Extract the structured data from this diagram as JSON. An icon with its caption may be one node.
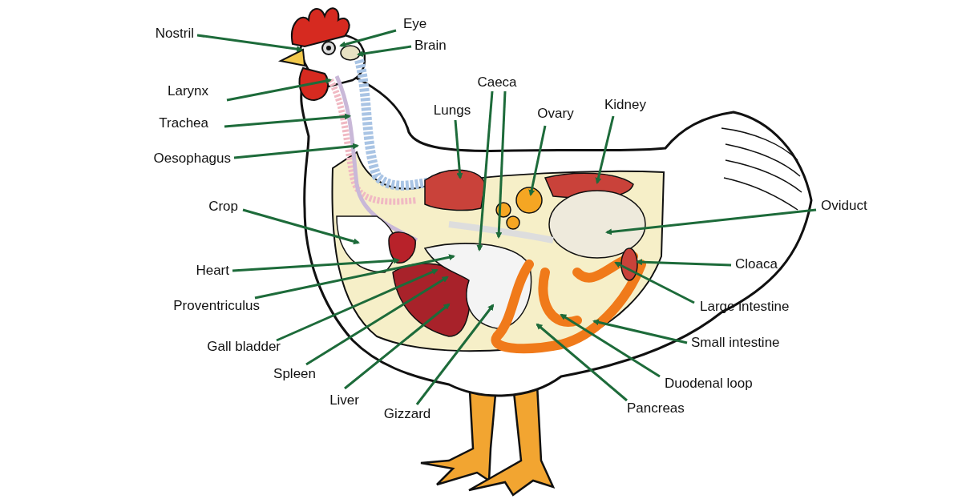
{
  "diagram": {
    "nodes": [
      {
        "text": [
          "Nostril"
        ]
      },
      {
        "text": [
          "Eye"
        ]
      },
      {
        "text": [
          "Brain"
        ]
      },
      {
        "text": [
          "Larynx"
        ]
      },
      {
        "text": [
          "Trachea"
        ]
      },
      {
        "text": [
          "Oesophagus"
        ]
      },
      {
        "text": [
          "Caeca"
        ]
      },
      {
        "text": [
          "Lungs"
        ]
      },
      {
        "text": [
          "Ovary"
        ]
      },
      {
        "text": [
          "Kidney"
        ]
      },
      {
        "text": [
          "Oviduct"
        ]
      },
      {
        "text": [
          "Crop"
        ]
      },
      {
        "text": [
          "Heart"
        ]
      },
      {
        "text": [
          "Proventriculus"
        ]
      },
      {
        "text": [
          "Cloaca"
        ]
      },
      {
        "text": [
          "Large intestine"
        ]
      },
      {
        "text": [
          "Gall bladder"
        ]
      },
      {
        "text": [
          "Small intestine"
        ]
      },
      {
        "text": [
          "Spleen"
        ]
      },
      {
        "text": [
          "Liver"
        ]
      },
      {
        "text": [
          "Gizzard"
        ]
      },
      {
        "text": [
          "Duodenal loop"
        ]
      },
      {
        "text": [
          "Pancreas"
        ]
      }
    ],
    "edges": [
      {
        "from": 0,
        "to": null,
        "arrow": "to"
      },
      {
        "from": 1,
        "to": null,
        "arrow": "to"
      },
      {
        "from": 2,
        "to": null,
        "arrow": "to"
      },
      {
        "from": 3,
        "to": null,
        "arrow": "to"
      },
      {
        "from": 4,
        "to": null,
        "arrow": "to"
      },
      {
        "from": 5,
        "to": null,
        "arrow": "to"
      },
      {
        "from": 6,
        "to": null,
        "arrow": "to"
      },
      {
        "from": 6,
        "to": null,
        "arrow": "to"
      },
      {
        "from": 7,
        "to": null,
        "arrow": "to"
      },
      {
        "from": 8,
        "to": null,
        "arrow": "to"
      },
      {
        "from": 9,
        "to": null,
        "arrow": "to"
      },
      {
        "from": 10,
        "to": null,
        "arrow": "to"
      },
      {
        "from": 11,
        "to": null,
        "arrow": "to"
      },
      {
        "from": 12,
        "to": null,
        "arrow": "to"
      },
      {
        "from": 13,
        "to": null,
        "arrow": "to"
      },
      {
        "from": 14,
        "to": null,
        "arrow": "to"
      },
      {
        "from": 15,
        "to": null,
        "arrow": "to"
      },
      {
        "from": 16,
        "to": null,
        "arrow": "to"
      },
      {
        "from": 17,
        "to": null,
        "arrow": "to"
      },
      {
        "from": 18,
        "to": null,
        "arrow": "to"
      },
      {
        "from": 19,
        "to": null,
        "arrow": "to"
      },
      {
        "from": 20,
        "to": null,
        "arrow": "to"
      },
      {
        "from": 21,
        "to": null,
        "arrow": "to"
      },
      {
        "from": 22,
        "to": null,
        "arrow": "to"
      }
    ]
  }
}
